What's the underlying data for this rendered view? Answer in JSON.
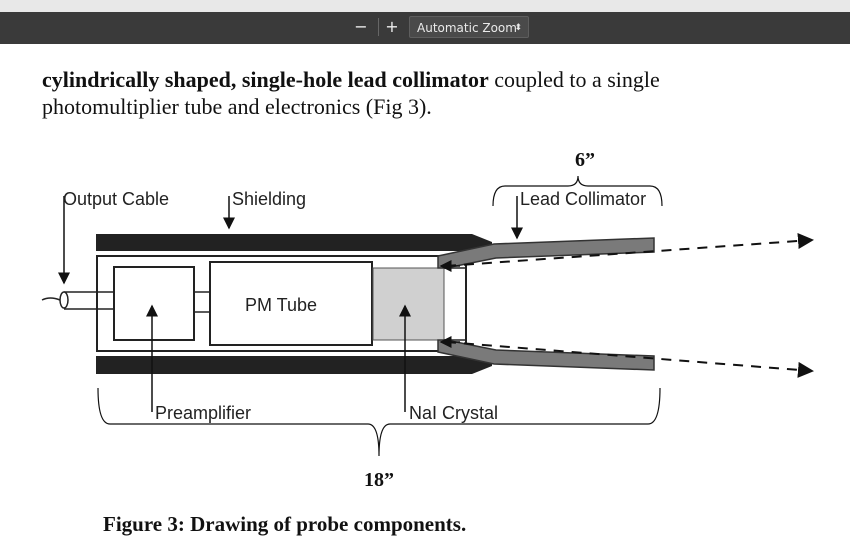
{
  "toolbar": {
    "zoom_out": "−",
    "zoom_in": "+",
    "zoom_select": "Automatic Zoom",
    "zoom_arrow": "⬍"
  },
  "paragraph": {
    "bold": "cylindrically shaped, single-hole lead collimator",
    "rest": " coupled to a single photomultiplier tube and electronics (Fig 3)."
  },
  "diagram": {
    "labels": {
      "output_cable": "Output Cable",
      "shielding": "Shielding",
      "lead_collimator": "Lead Collimator",
      "pm_tube": "PM Tube",
      "preamplifier": "Preamplifier",
      "nai_crystal": "NaI Crystal"
    },
    "dimensions": {
      "collimator_length": "6”",
      "total_length": "18”"
    }
  },
  "caption": "Figure 3: Drawing of probe components."
}
